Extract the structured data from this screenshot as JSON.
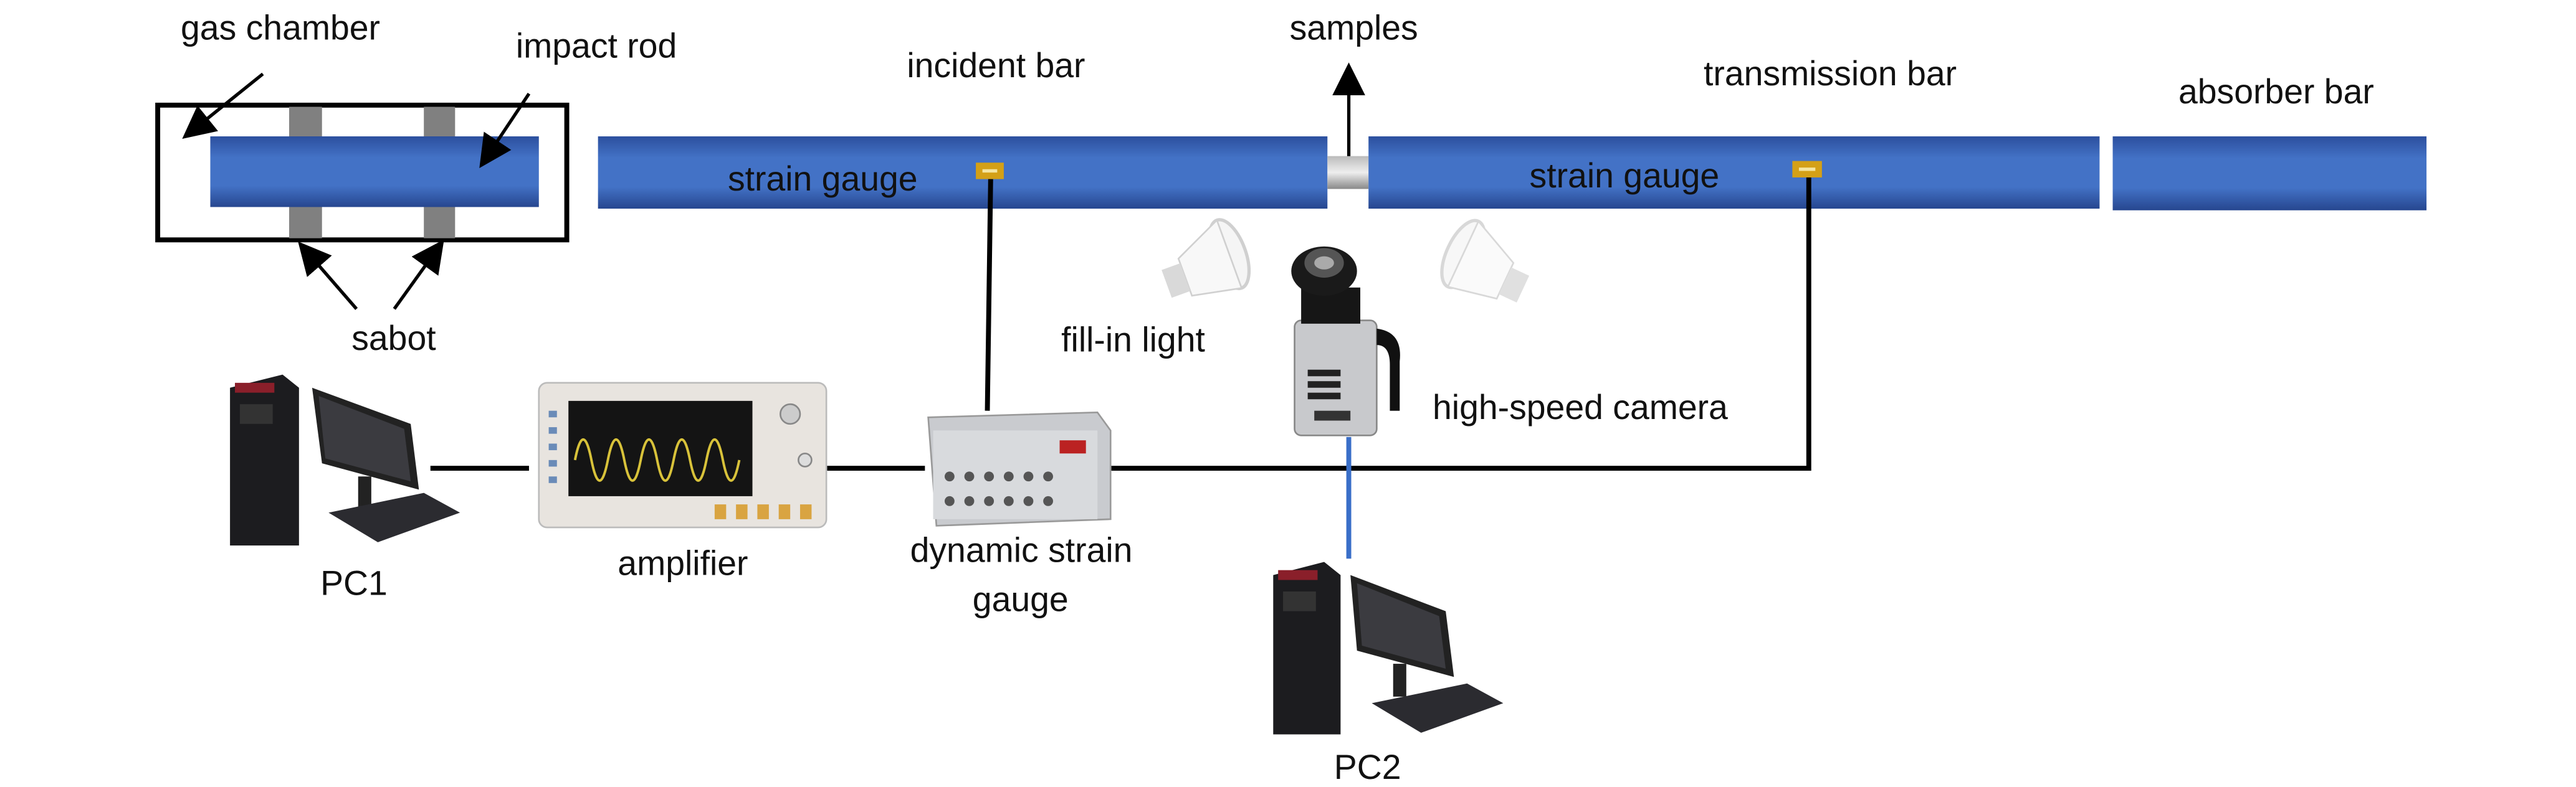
{
  "labels": {
    "gas_chamber": "gas chamber",
    "impact_rod": "impact rod",
    "sabot": "sabot",
    "incident_bar": "incident bar",
    "samples": "samples",
    "transmission_bar": "transmission bar",
    "absorber_bar": "absorber bar",
    "strain_gauge_incident": "strain gauge",
    "strain_gauge_transmission": "strain gauge",
    "fill_in_light": "fill-in light",
    "high_speed_camera": "high-speed camera",
    "pc1": "PC1",
    "pc2": "PC2",
    "amplifier": "amplifier",
    "dynamic_strain_gauge_line1": "dynamic strain",
    "dynamic_strain_gauge_line2": "gauge"
  },
  "colors": {
    "bar": "#3f6fc4",
    "bar_edge": "#24438f",
    "gauge": "#d4a017",
    "sabot": "#808080",
    "camera_cable": "#3a6fc8",
    "wire": "#000000"
  }
}
